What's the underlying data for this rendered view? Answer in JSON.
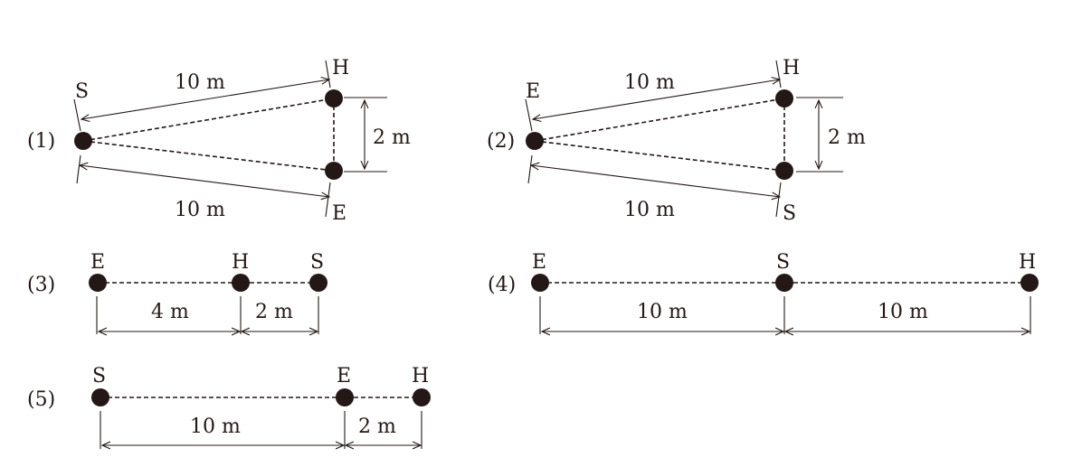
{
  "diagrams": [
    {
      "label": "(1)",
      "points": [
        "S",
        "H",
        "E"
      ],
      "distances": [
        "10 m",
        "10 m",
        "2 m"
      ]
    },
    {
      "label": "(2)",
      "points": [
        "E",
        "H",
        "S"
      ],
      "distances": [
        "10 m",
        "10 m",
        "2 m"
      ]
    },
    {
      "label": "(3)",
      "points": [
        "E",
        "H",
        "S"
      ],
      "distances": [
        "4 m",
        "2 m"
      ]
    },
    {
      "label": "(4)",
      "points": [
        "E",
        "S",
        "H"
      ],
      "distances": [
        "10 m",
        "10 m"
      ]
    },
    {
      "label": "(5)",
      "points": [
        "S",
        "E",
        "H"
      ],
      "distances": [
        "10 m",
        "2 m"
      ]
    }
  ],
  "colors": {
    "ink": "#231815"
  }
}
